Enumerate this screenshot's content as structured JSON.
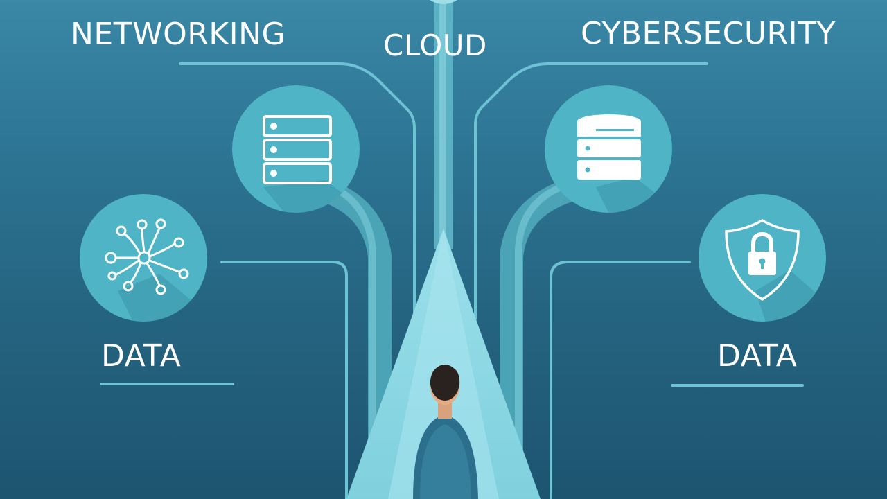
{
  "labels": {
    "networking": "NETWORKING",
    "cloud": "CLOUD",
    "cybersecurity": "CYBERSECURITY",
    "data_left": "DATA",
    "data_right": "DATA"
  },
  "icons": {
    "network": "network-nodes-icon",
    "server_left": "server-rack-icon",
    "server_right": "database-server-icon",
    "security": "shield-lock-icon"
  },
  "colors": {
    "background_top": "#3a87a6",
    "background_bottom": "#1d5470",
    "circle_fill": "#4fb4c6",
    "path_light": "#8fd6e2",
    "line": "#6cc3d3",
    "label": "#ffffff"
  }
}
